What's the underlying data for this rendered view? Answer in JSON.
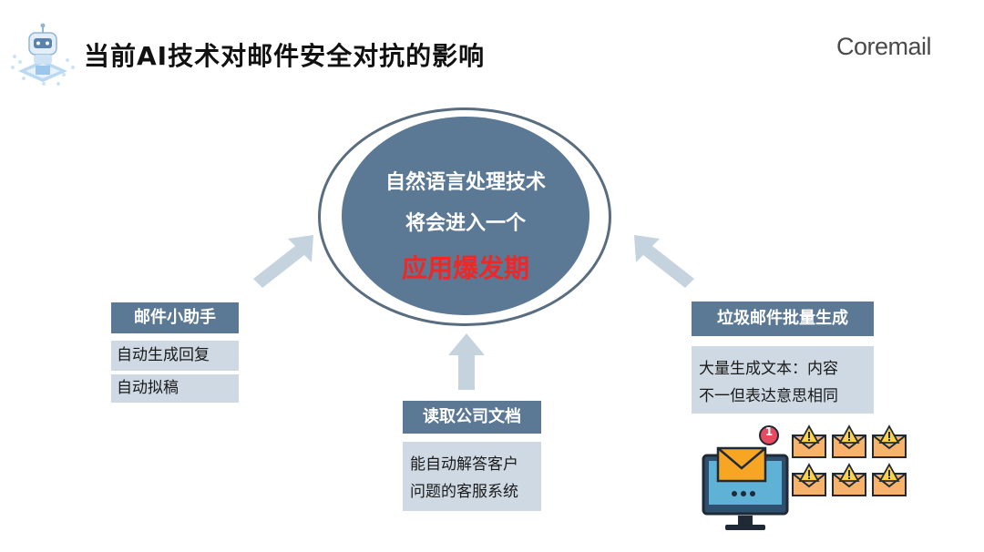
{
  "header": {
    "title": "当前AI技术对邮件安全对抗的影响",
    "brand": "Coremail"
  },
  "center": {
    "line1": "自然语言处理技术",
    "line2": "将会进入一个",
    "highlight": "应用爆发期",
    "highlight_color": "#ee2727"
  },
  "left_card": {
    "title": "邮件小助手",
    "items": [
      "自动生成回复",
      "自动拟稿"
    ]
  },
  "middle_card": {
    "title": "读取公司文档",
    "items": [
      "能自动解答客户",
      "问题的客服系统"
    ]
  },
  "right_card": {
    "title": "垃圾邮件批量生成",
    "items": [
      "大量生成文本：内容",
      "不一但表达意思相同"
    ]
  },
  "illustration": {
    "notification_count": "1",
    "icons": [
      "monitor-icon",
      "mail-icon",
      "warning-mail-icon"
    ]
  },
  "colors": {
    "accent": "#5b7994",
    "light": "#ced9e3",
    "arrow": "#c5d3de"
  }
}
